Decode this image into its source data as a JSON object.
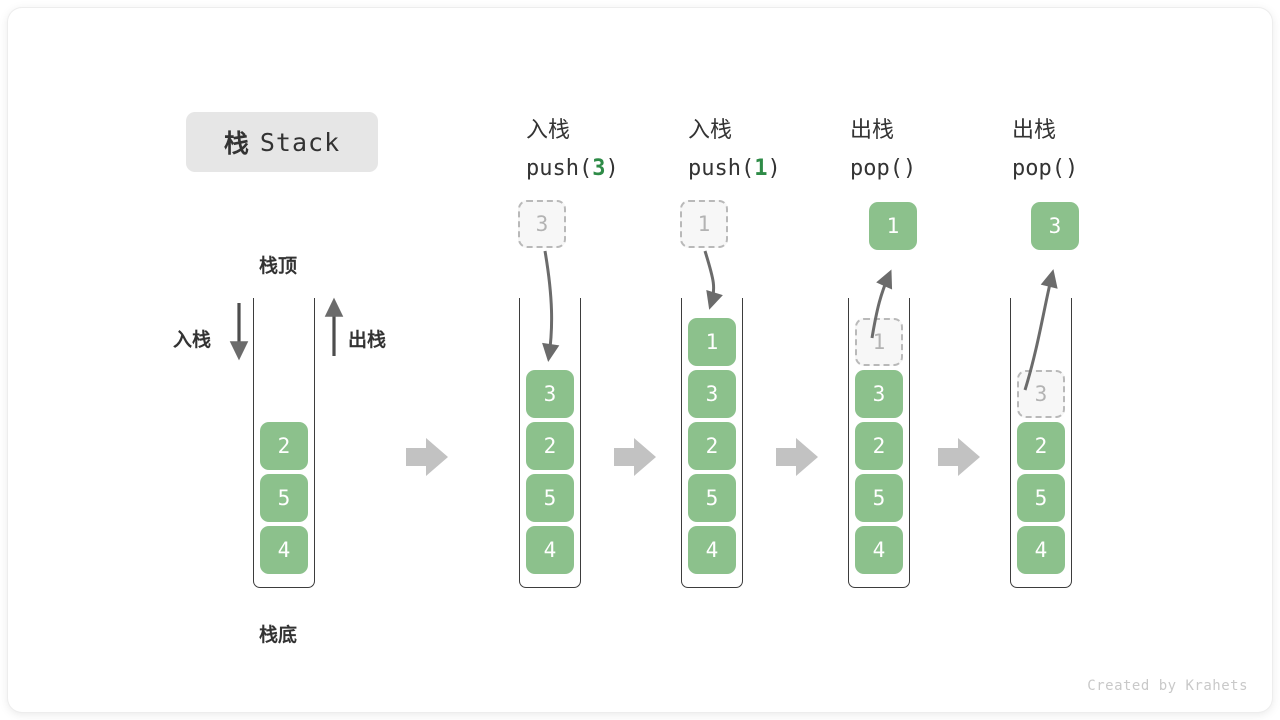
{
  "title_badge": {
    "cn": "栈",
    "en": "Stack"
  },
  "labels": {
    "top": "栈顶",
    "bottom": "栈底",
    "push_side": "入栈",
    "pop_side": "出栈"
  },
  "credit": "Created by Krahets",
  "colors": {
    "cell_green": "#8cc18c",
    "ghost_fill": "#f7f7f7",
    "ghost_border": "#b9b9b9",
    "arrow_gray": "#6b6b6b",
    "step_arrow_gray": "#c2c2c2",
    "badge_bg": "#e6e6e6",
    "text_dark": "#333333",
    "accent_green_text": "#2e8b47"
  },
  "columns": [
    {
      "id": "initial",
      "header_cn": "",
      "header_code": "",
      "header_arg": "",
      "stack": [
        "2",
        "5",
        "4"
      ],
      "ghost_index": -1,
      "float_cell": null
    },
    {
      "id": "push-3",
      "header_cn": "入栈",
      "header_code_pre": "push(",
      "header_arg": "3",
      "header_code_post": ")",
      "stack": [
        "3",
        "2",
        "5",
        "4"
      ],
      "ghost_index": -1,
      "float_cell": {
        "value": "3",
        "style": "ghost"
      }
    },
    {
      "id": "push-1",
      "header_cn": "入栈",
      "header_code_pre": "push(",
      "header_arg": "1",
      "header_code_post": ")",
      "stack": [
        "1",
        "3",
        "2",
        "5",
        "4"
      ],
      "ghost_index": -1,
      "float_cell": {
        "value": "1",
        "style": "ghost"
      }
    },
    {
      "id": "pop-1",
      "header_cn": "出栈",
      "header_code_pre": "pop(",
      "header_arg": "",
      "header_code_post": ")",
      "stack": [
        "1",
        "3",
        "2",
        "5",
        "4"
      ],
      "ghost_index": 0,
      "float_cell": {
        "value": "1",
        "style": "solid"
      }
    },
    {
      "id": "pop-2",
      "header_cn": "出栈",
      "header_code_pre": "pop(",
      "header_arg": "",
      "header_code_post": ")",
      "stack": [
        "3",
        "2",
        "5",
        "4"
      ],
      "ghost_index": 0,
      "float_cell": {
        "value": "3",
        "style": "solid"
      }
    }
  ],
  "cells": {
    "c0_0": "2",
    "c0_1": "5",
    "c0_2": "4",
    "c1_0": "3",
    "c1_1": "2",
    "c1_2": "5",
    "c1_3": "4",
    "c2_0": "1",
    "c2_1": "3",
    "c2_2": "2",
    "c2_3": "5",
    "c2_4": "4",
    "c3_0": "1",
    "c3_1": "3",
    "c3_2": "2",
    "c3_3": "5",
    "c3_4": "4",
    "c4_0": "3",
    "c4_1": "2",
    "c4_2": "5",
    "c4_3": "4",
    "f1": "3",
    "f2": "1",
    "f3": "1",
    "f4": "3"
  },
  "headers": {
    "h1_cn": "入栈",
    "h1_pre": "push(",
    "h1_arg": "3",
    "h1_post": ")",
    "h2_cn": "入栈",
    "h2_pre": "push(",
    "h2_arg": "1",
    "h2_post": ")",
    "h3_cn": "出栈",
    "h3_pre": "pop(",
    "h3_arg": "",
    "h3_post": ")",
    "h4_cn": "出栈",
    "h4_pre": "pop(",
    "h4_arg": "",
    "h4_post": ")"
  }
}
